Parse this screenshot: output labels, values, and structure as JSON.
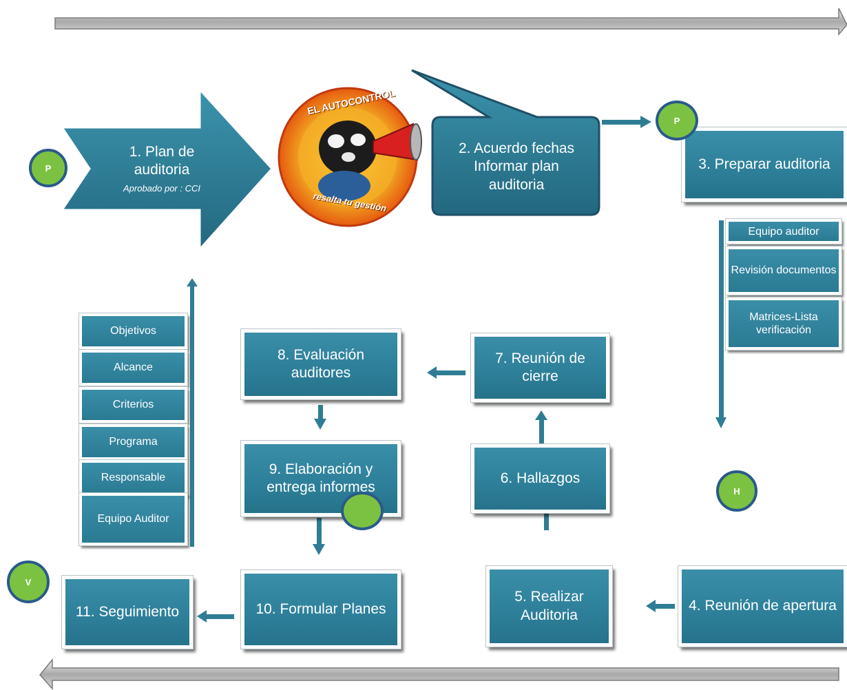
{
  "steps": {
    "s1_title": "1. Plan de auditoria",
    "s1_sub": "Aprobado por : CCI",
    "s2": "2. Acuerdo fechas Informar plan auditoria",
    "s3": "3. Preparar auditoria",
    "s4": "4. Reunión de apertura",
    "s5": "5. Realizar Auditoria",
    "s6": "6. Hallazgos",
    "s7": "7. Reunión de cierre",
    "s8": "8. Evaluación auditores",
    "s9": "9. Elaboración y entrega informes",
    "s10": "10. Formular Planes",
    "s11": "11. Seguimiento"
  },
  "prep_items": [
    "Equipo auditor",
    "Revisión documentos",
    "Matrices-Lista verificación"
  ],
  "plan_items": [
    "Objetivos",
    "Alcance",
    "Criterios",
    "Programa",
    "Responsable",
    "Equipo Auditor"
  ],
  "phases": {
    "p1": "P",
    "p2": "P",
    "h": "H",
    "v": "V"
  },
  "logo": {
    "top": "EL AUTOCONTROL",
    "bottom": "resalta tu gestión"
  },
  "colors": {
    "box": "#2f8299",
    "circle": "#7cc242",
    "circle_border": "#2a5a8a"
  }
}
